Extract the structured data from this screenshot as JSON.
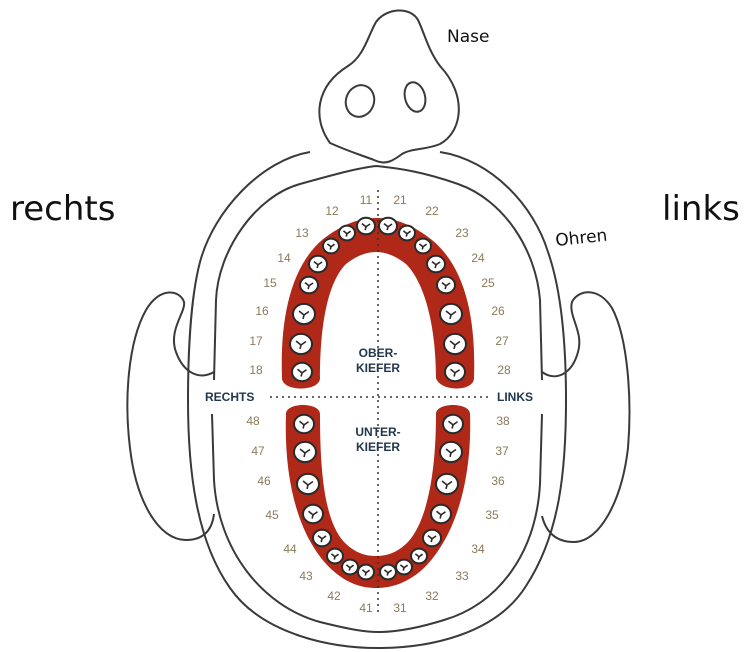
{
  "labels": {
    "nose": "Nase",
    "ears": "Ohren",
    "side_right": "rechts",
    "side_left": "links"
  },
  "chart": {
    "right_tag": "RECHTS",
    "left_tag": "LINKS",
    "upper_jaw": [
      "OBER-",
      "KIEFER"
    ],
    "lower_jaw": [
      "UNTER-",
      "KIEFER"
    ],
    "upper_right": [
      "11",
      "12",
      "13",
      "14",
      "15",
      "16",
      "17",
      "18"
    ],
    "upper_left": [
      "21",
      "22",
      "23",
      "24",
      "25",
      "26",
      "27",
      "28"
    ],
    "lower_right": [
      "41",
      "42",
      "43",
      "44",
      "45",
      "46",
      "47",
      "48"
    ],
    "lower_left": [
      "31",
      "32",
      "33",
      "34",
      "35",
      "36",
      "37",
      "38"
    ]
  },
  "colors": {
    "outline": "#3a3a3a",
    "gum": "#b02818",
    "tooth": "#ffffff",
    "tooth_shadow": "#2a2a2a",
    "number": "#8a7a5a",
    "jaw_text": "#22374f"
  }
}
